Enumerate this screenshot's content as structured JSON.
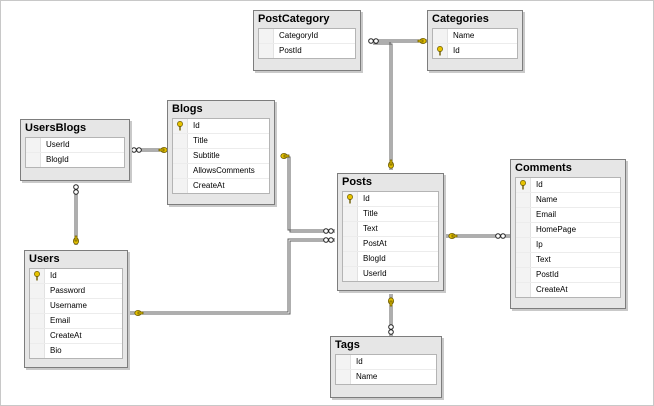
{
  "tables": {
    "post_category": {
      "title": "PostCategory",
      "columns": [
        {
          "name": "CategoryId",
          "key": false
        },
        {
          "name": "PostId",
          "key": false
        }
      ]
    },
    "categories": {
      "title": "Categories",
      "columns": [
        {
          "name": "Name",
          "key": false
        },
        {
          "name": "Id",
          "key": true
        }
      ]
    },
    "users_blogs": {
      "title": "UsersBlogs",
      "columns": [
        {
          "name": "UserId",
          "key": false
        },
        {
          "name": "BlogId",
          "key": false
        }
      ]
    },
    "blogs": {
      "title": "Blogs",
      "columns": [
        {
          "name": "Id",
          "key": true
        },
        {
          "name": "Title",
          "key": false
        },
        {
          "name": "Subtitle",
          "key": false
        },
        {
          "name": "AllowsComments",
          "key": false
        },
        {
          "name": "CreateAt",
          "key": false
        }
      ]
    },
    "posts": {
      "title": "Posts",
      "columns": [
        {
          "name": "Id",
          "key": true
        },
        {
          "name": "Title",
          "key": false
        },
        {
          "name": "Text",
          "key": false
        },
        {
          "name": "PostAt",
          "key": false
        },
        {
          "name": "BlogId",
          "key": false
        },
        {
          "name": "UserId",
          "key": false
        }
      ]
    },
    "comments": {
      "title": "Comments",
      "columns": [
        {
          "name": "Id",
          "key": true
        },
        {
          "name": "Name",
          "key": false
        },
        {
          "name": "Email",
          "key": false
        },
        {
          "name": "HomePage",
          "key": false
        },
        {
          "name": "Ip",
          "key": false
        },
        {
          "name": "Text",
          "key": false
        },
        {
          "name": "PostId",
          "key": false
        },
        {
          "name": "CreateAt",
          "key": false
        }
      ]
    },
    "users": {
      "title": "Users",
      "columns": [
        {
          "name": "Id",
          "key": true
        },
        {
          "name": "Password",
          "key": false
        },
        {
          "name": "Username",
          "key": false
        },
        {
          "name": "Email",
          "key": false
        },
        {
          "name": "CreateAt",
          "key": false
        },
        {
          "name": "Bio",
          "key": false
        }
      ]
    },
    "tags": {
      "title": "Tags",
      "columns": [
        {
          "name": "Id",
          "key": false
        },
        {
          "name": "Name",
          "key": false
        }
      ]
    }
  },
  "colors": {
    "line": "#5c5c5c",
    "key": "#e6c200",
    "header": "#e6e6e6"
  },
  "icons": {
    "primary_key": "key-icon",
    "many_end": "infinity-icon",
    "one_end": "key-end-icon"
  }
}
